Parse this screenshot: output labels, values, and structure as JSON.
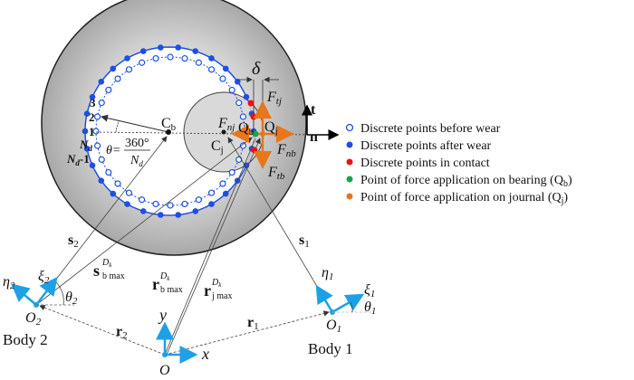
{
  "labels": {
    "Cb": "C",
    "Cb_sub": "b",
    "Cj": "C",
    "Cj_sub": "j",
    "Qb": "Q",
    "Qb_sub": "b",
    "Qj": "Q",
    "Qj_sub": "j",
    "delta": "δ",
    "Ftj": "F",
    "Ftj_sub": "tj",
    "Fnj": "F",
    "Fnj_sub": "nj",
    "Fnb": "F",
    "Fnb_sub": "nb",
    "Ftb": "F",
    "Ftb_sub": "tb",
    "t": "t",
    "n": "n",
    "idx3": "3",
    "idx2": "2",
    "idx1": "1",
    "Nd": "N",
    "Nd_sub": "d",
    "Nd1": "N",
    "Nd1_sub": "d",
    "Nd1_tail": "-1",
    "theta_eq": "θ=",
    "theta_num": "360°",
    "theta_den": "N",
    "theta_den_sub": "d",
    "s2": "s",
    "s2_sub": "2",
    "s1": "s",
    "s1_sub": "1",
    "sbmax": "s",
    "sbmax_sup": "D",
    "sbmax_sup_sub": "k",
    "sbmax_sub": "b max",
    "rbmax": "r",
    "rbmax_sup": "D",
    "rbmax_sup_sub": "k",
    "rbmax_sub": "b max",
    "rjmax": "r",
    "rjmax_sup": "D",
    "rjmax_sup_sub": "k",
    "rjmax_sub": "j max",
    "eta2": "η",
    "eta2_sub": "2",
    "xi2": "ξ",
    "xi2_sub": "2",
    "theta2": "θ",
    "theta2_sub": "2",
    "O2": "O",
    "O2_sub": "2",
    "body2": "Body 2",
    "eta1": "η",
    "eta1_sub": "1",
    "xi1": "ξ",
    "xi1_sub": "1",
    "theta1": "θ",
    "theta1_sub": "1",
    "O1": "O",
    "O1_sub": "1",
    "body1": "Body 1",
    "r2": "r",
    "r2_sub": "2",
    "r1": "r",
    "r1_sub": "1",
    "O": "O",
    "x": "x",
    "y": "y"
  },
  "legend": [
    {
      "label": "Discrete points before wear",
      "marker": "hollow-circle",
      "color": "#1f4fe0"
    },
    {
      "label": "Discrete points after wear",
      "marker": "filled-circle",
      "color": "#1f4fe0"
    },
    {
      "label": "Discrete points in contact",
      "marker": "filled-circle",
      "color": "#ee1111"
    },
    {
      "label": "Point of force application on bearing (Q",
      "sub": "b",
      "tail": ")",
      "marker": "filled-circle",
      "color": "#16a34a"
    },
    {
      "label": "Point of force application on journal (Q",
      "sub": "j",
      "tail": ")",
      "marker": "filled-circle",
      "color": "#e8761a"
    }
  ],
  "colors": {
    "wear_points": "#1f4fe0",
    "contact": "#ee1111",
    "bearing_force_point": "#16a34a",
    "journal_force": "#e8761a",
    "frames": "#1ea0e6"
  }
}
